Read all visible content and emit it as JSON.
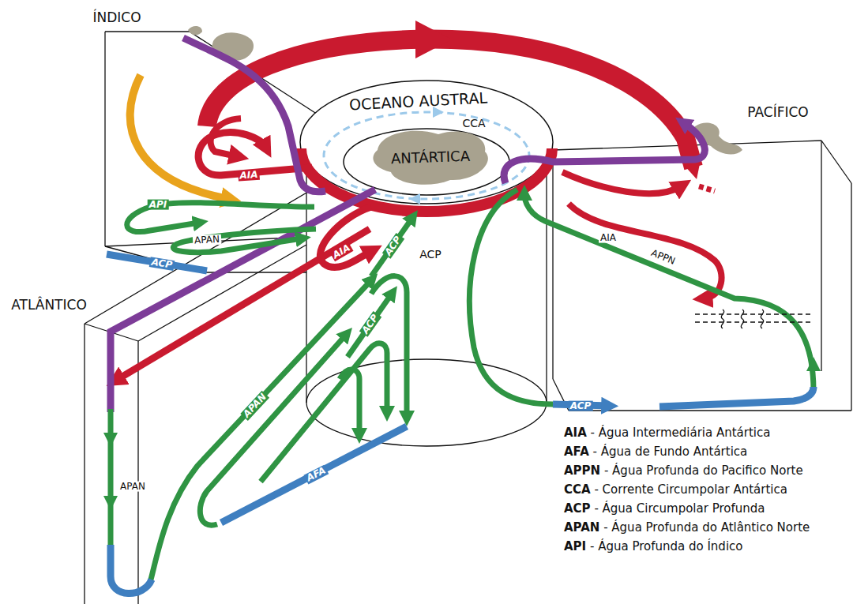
{
  "diagram": {
    "nodes": [
      {
        "text": [
          "ÍNDICO"
        ]
      },
      {
        "text": [
          "OCEANO AUSTRAL"
        ]
      },
      {
        "text": [
          "ANTÁRTICA"
        ],
        "in": 1
      },
      {
        "text": [
          "PACÍFICO"
        ]
      },
      {
        "text": [
          "ATLÂNTICO"
        ]
      }
    ],
    "labels": [
      "CCA",
      "AIA",
      "API",
      "APAN",
      "ACP",
      "AIA",
      "ACP",
      "ACP",
      "ACP",
      "APAN",
      "APAN",
      "AFA",
      "AIA",
      "APPN",
      "ACP"
    ],
    "legend": [
      {
        "text": "AIA - Água Intermediária Antártica"
      },
      {
        "text": "AFA - Água de Fundo Antártica"
      },
      {
        "text": "APPN - Água Profunda do Pacifico Norte"
      },
      {
        "text": "CCA - Corrente Circumpolar Antártica"
      },
      {
        "text": "ACP - Água Circumpolar Profunda"
      },
      {
        "text": "APAN - Água Profunda do Atlântico Norte"
      },
      {
        "text": "API - Água Profunda do Índico"
      }
    ]
  }
}
